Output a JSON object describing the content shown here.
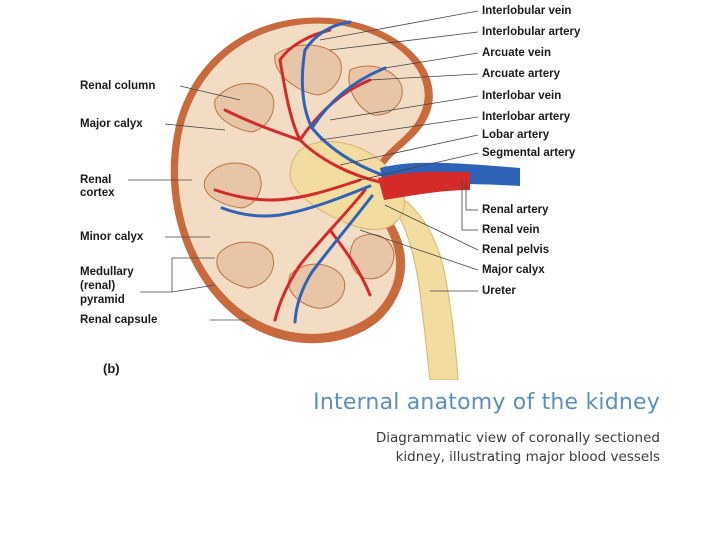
{
  "figure": {
    "label": "(b)",
    "labels_left": [
      "Renal column",
      "Major calyx",
      "Renal",
      "cortex",
      "Minor calyx",
      "Medullary",
      "(renal)",
      "pyramid",
      "Renal capsule"
    ],
    "labels_right": [
      "Interlobular vein",
      "Interlobular artery",
      "Arcuate vein",
      "Arcuate artery",
      "Interlobar vein",
      "Interlobar artery",
      "Lobar artery",
      "Segmental artery",
      "Renal artery",
      "Renal vein",
      "Renal pelvis",
      "Major calyx",
      "Ureter"
    ],
    "colors": {
      "artery": "#d42a2a",
      "vein": "#2e63b8",
      "cortex": "#f3dcc4",
      "capsule": "#c96a3c",
      "pelvis": "#f2dca0"
    }
  },
  "caption": {
    "title": "Internal anatomy of the kidney",
    "subtitle": "Diagrammatic view of coronally sectioned kidney, illustrating major blood vessels"
  }
}
